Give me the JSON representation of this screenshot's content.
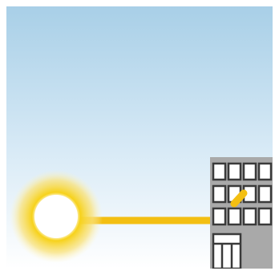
{
  "scene": {
    "elements": [
      "sky",
      "sun",
      "light-path",
      "building"
    ],
    "colors": {
      "sky_top": "#a8cfe7",
      "sky_bottom": "#ffffff",
      "sun_core": "#ffffff",
      "sun_glow": "#f7d21a",
      "light_path": "#f3bf12",
      "building_wall": "#a9a9a9",
      "window_frame": "#3a3a3a",
      "window_glass": "#ffffff"
    },
    "icons": [
      "sun-icon",
      "building-icon"
    ]
  }
}
